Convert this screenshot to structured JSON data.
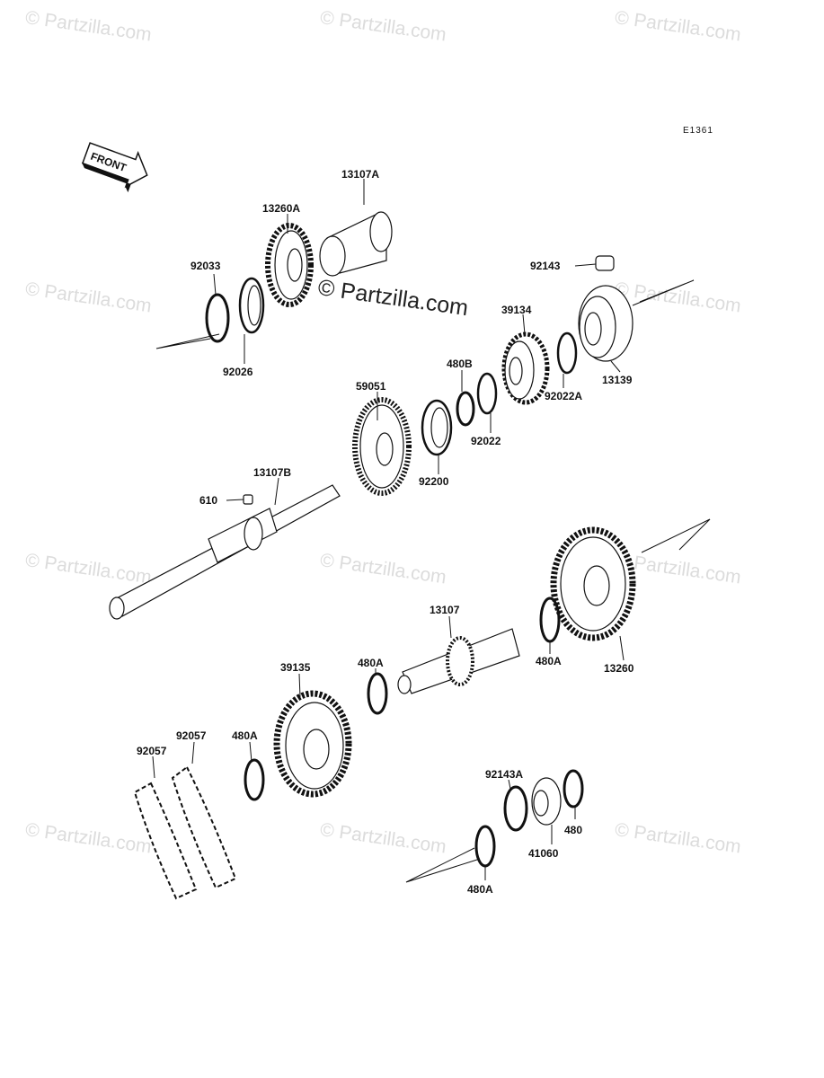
{
  "watermark": "© Partzilla.com",
  "watermark_center": "© Partzilla.com",
  "diagram_code": "E1361",
  "front_label": "FRONT",
  "labels": {
    "p13107A": "13107A",
    "p13260A": "13260A",
    "p92033": "92033",
    "p92026": "92026",
    "p92143": "92143",
    "p39134": "39134",
    "p480B": "480B",
    "p13139": "13139",
    "p92022A": "92022A",
    "p59051": "59051",
    "p92022": "92022",
    "p92200": "92200",
    "p13107B": "13107B",
    "p610": "610",
    "p13107": "13107",
    "p39135": "39135",
    "p480A_1": "480A",
    "p480A_2": "480A",
    "p13260": "13260",
    "p92057_1": "92057",
    "p92057_2": "92057",
    "p480A_3": "480A",
    "p92143A": "92143A",
    "p480": "480",
    "p41060": "41060",
    "p480A_4": "480A"
  }
}
